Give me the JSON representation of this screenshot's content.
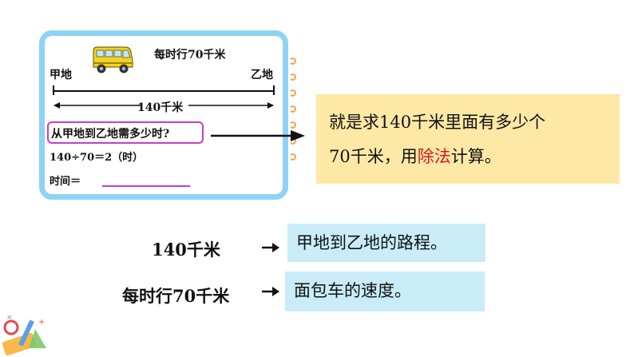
{
  "diagram": {
    "speed_label": "每时行70千米",
    "start_label": "甲地",
    "end_label": "乙地",
    "distance_label": "140千米",
    "question": "从甲地到乙地需多少时?",
    "equation": "140÷70＝2（时）",
    "time_label": "时间＝"
  },
  "explanation": {
    "line1": "就是求140千米里面有多少个",
    "line2_prefix": "70千米，用",
    "line2_highlight": "除法",
    "line2_suffix": "计算。"
  },
  "pairs": [
    {
      "term": "140千米",
      "meaning": "甲地到乙地的路程。"
    },
    {
      "term": "每时行70千米",
      "meaning": "面包车的速度。"
    }
  ],
  "colors": {
    "frame": "#8fd3f4",
    "question_border": "#c83cc8",
    "highlight_panel": "#fde8a6",
    "meaning_panel": "#c9ecf8",
    "emphasis_text": "#d21b1b"
  }
}
